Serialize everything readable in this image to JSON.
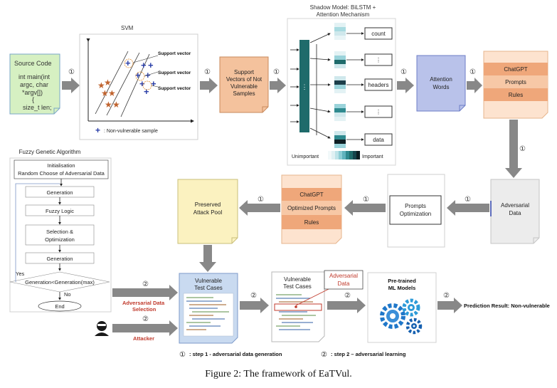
{
  "caption": "Figure 2: The framework of EaTVul.",
  "source_code": {
    "title": "Source Code",
    "lines": [
      "int main(int",
      "argc, char",
      "*argv[])",
      "{",
      "size_t len;"
    ]
  },
  "svm": {
    "title": "SVM",
    "support_vector_labels": [
      "Support vector",
      "Support vector",
      "Support vector"
    ],
    "legend": ": Non-vulnerable sample"
  },
  "support_vectors_box": [
    "Support",
    "Vectors of Not",
    "Vulnerable",
    "Samples"
  ],
  "shadow_model": {
    "title_line1": "Shadow Model: BiLSTM +",
    "title_line2": "Attention Mechanism",
    "outputs": [
      "count",
      "⋮",
      "headers",
      "⋮",
      "data"
    ],
    "bar_dots": "⋮",
    "scale_low": "Unimportant",
    "scale_high": "Important"
  },
  "attention_words": [
    "Attention",
    "Words"
  ],
  "chatgpt_box": [
    "ChatGPT",
    "Prompts",
    "Rules"
  ],
  "adversarial_data": [
    "Adversarial",
    "Data"
  ],
  "prompts_optimization": [
    "Prompts",
    "Optimization"
  ],
  "optimized_box": [
    "ChatGPT",
    "Optimized Prompts",
    "Rules"
  ],
  "attack_pool": [
    "Preserved",
    "Attack Pool"
  ],
  "fuzzy": {
    "title": "Fuzzy Genetic Algorithm",
    "init_line1": "Initialisation",
    "init_line2": "Random Choose of Adversarial Data",
    "steps": [
      "Generation",
      "Fuzzy Logic",
      "Selection &",
      "Optimization",
      "Generation"
    ],
    "condition": "Generation<Generation(max)",
    "yes": "Yes",
    "no": "No",
    "end": "End"
  },
  "vulnerable_test_cases": [
    "Vulnerable",
    "Test Cases"
  ],
  "adversarial_selection": [
    "Adversarial Data",
    "Selection"
  ],
  "attacker": "Attacker",
  "vulnerable_test_cases_2": [
    "Vulnerable",
    "Test Cases"
  ],
  "adversarial_data_callout": [
    "Adversarial",
    "Data"
  ],
  "ml_models": [
    "Pre-trained",
    "ML Models"
  ],
  "prediction_result": "Prediction Result: Non-vulnerable",
  "step_symbols": {
    "step1": "①",
    "step2": "②"
  },
  "legend_steps": [
    ": step 1 - adversarial data generation",
    ": step 2 – adversarial learning"
  ],
  "colors": {
    "arrow": "#888888",
    "source_green": "#d6f0c2",
    "orange": "#f4c29d",
    "orange_dark": "#efa77a",
    "blue_box": "#b9c2ea",
    "yellow": "#fbf2c0",
    "blue_test": "#c9daf0",
    "gray_box": "#ececec",
    "teal": "#1f6b6b",
    "red": "#c0392b",
    "star": "#c0632e",
    "cross": "#2a3ea8"
  }
}
